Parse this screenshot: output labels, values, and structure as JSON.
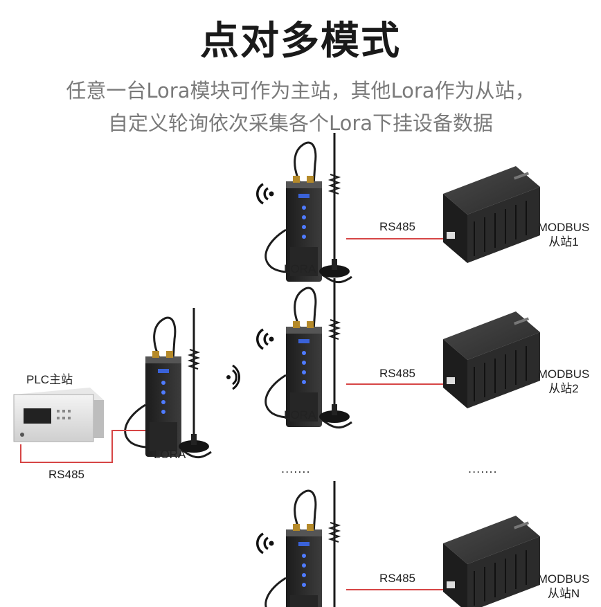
{
  "title": "点对多模式",
  "subtitle_line1": "任意一台Lora模块可作为主站，其他Lora作为从站，",
  "subtitle_line2": "自定义轮询依次采集各个Lora下挂设备数据",
  "master": {
    "plc_label": "PLC主站",
    "rs485_label": "RS485",
    "lora_label": "LORA"
  },
  "slaves": [
    {
      "lora_label": "LORA",
      "rs485_label": "RS485",
      "device_line1": "MODBUS",
      "device_line2": "从站1"
    },
    {
      "lora_label": "LORA",
      "rs485_label": "RS485",
      "device_line1": "MODBUS",
      "device_line2": "从站2"
    },
    {
      "lora_label": "",
      "rs485_label": "RS485",
      "device_line1": "MODBUS",
      "device_line2": "从站N"
    }
  ],
  "ellipsis": ".......",
  "colors": {
    "cable": "#d64545",
    "module": "#2e2e2e",
    "accent_blue": "#3a62d8"
  }
}
